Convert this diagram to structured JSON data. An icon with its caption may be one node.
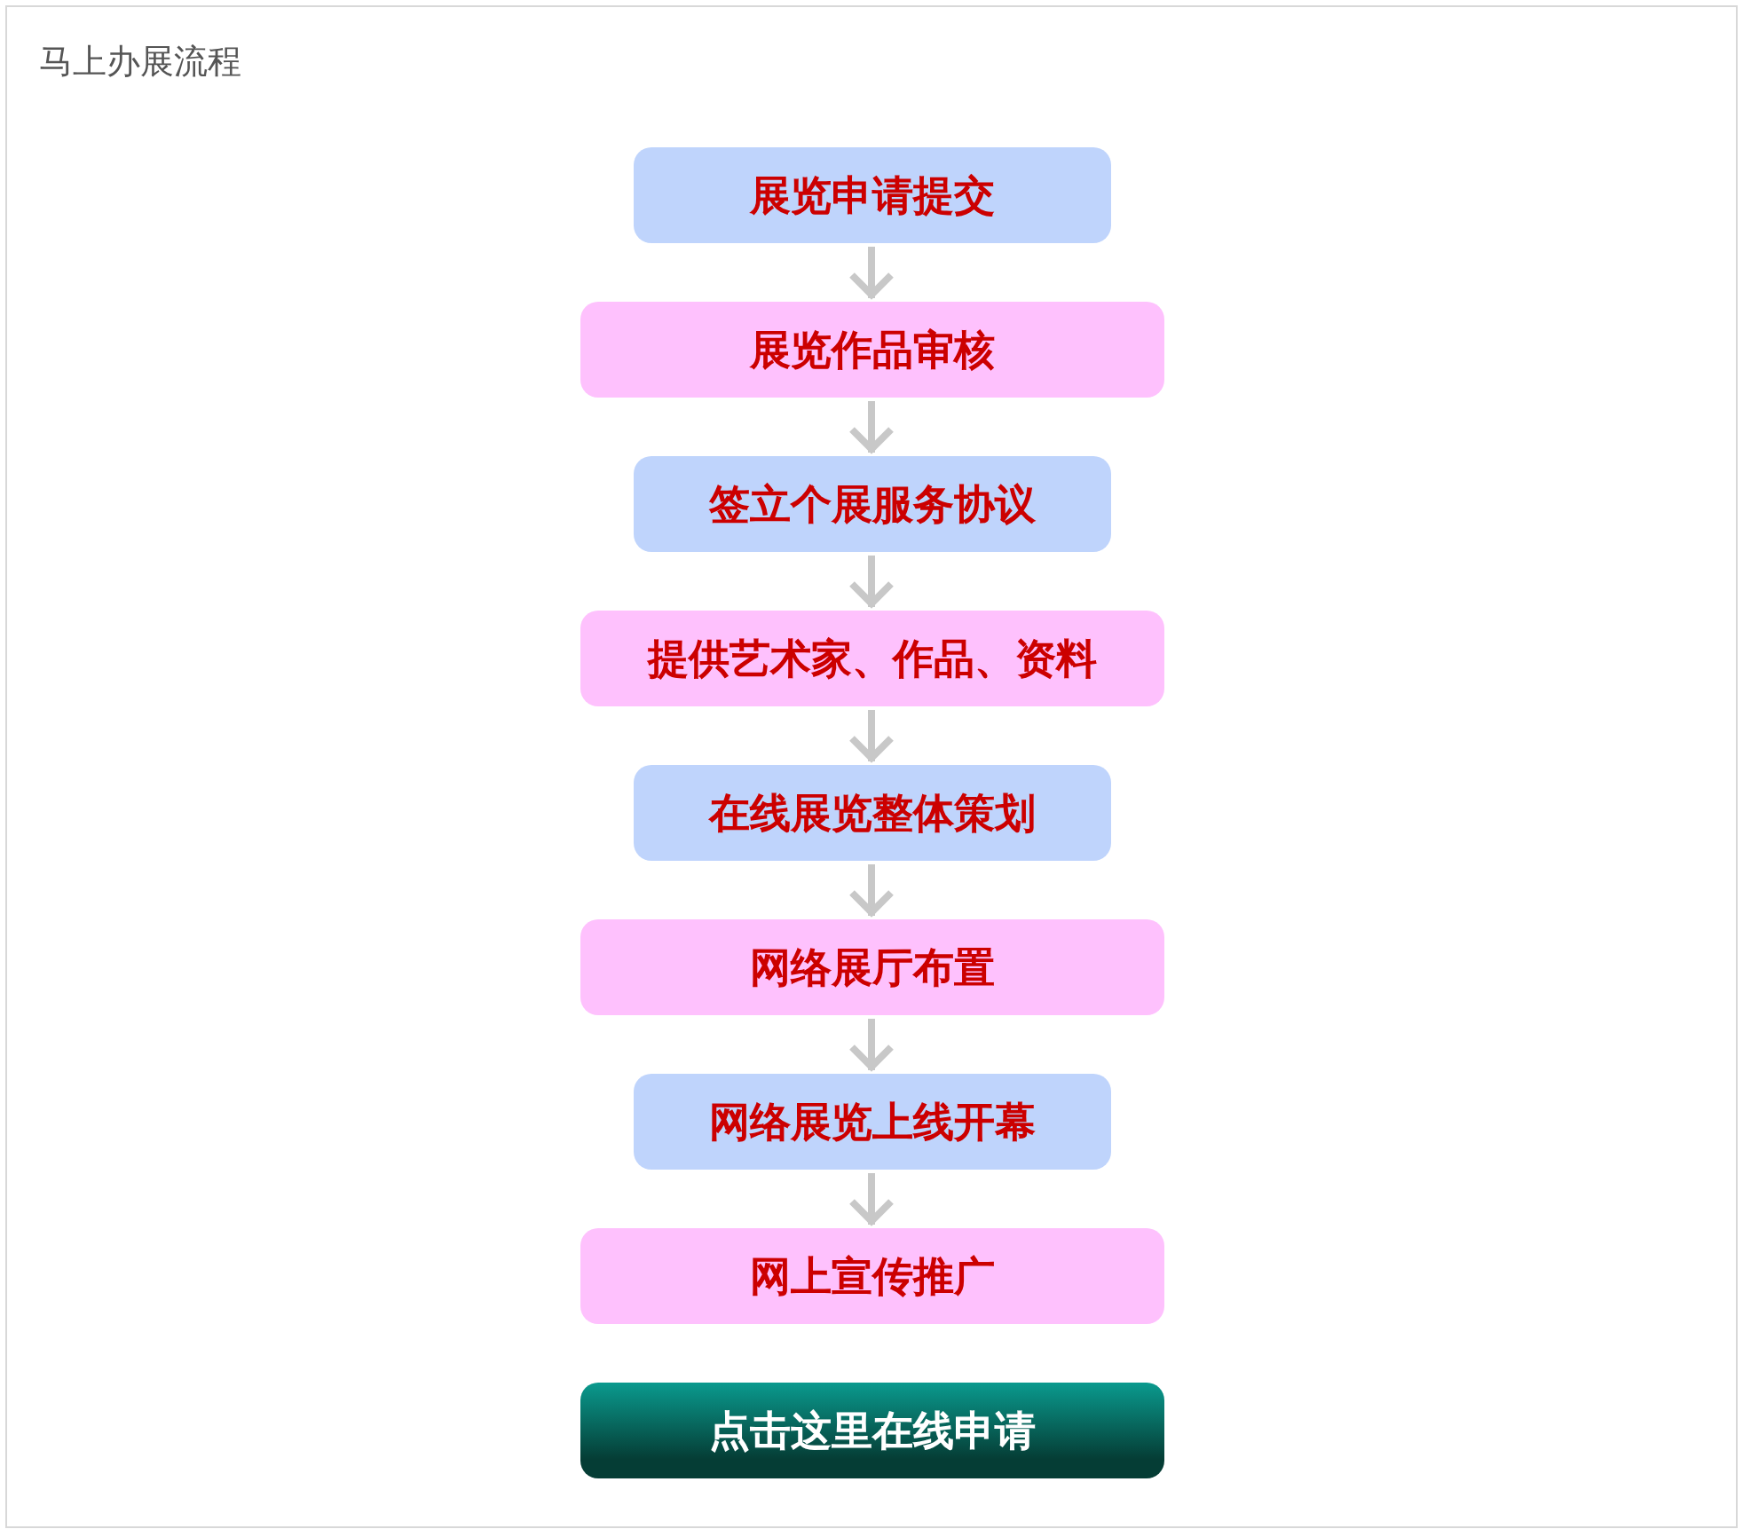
{
  "diagram": {
    "title": "马上办展流程",
    "nodes": [
      {
        "text": [
          "展览申请提交"
        ]
      },
      {
        "text": [
          "展览作品审核"
        ]
      },
      {
        "text": [
          "签立个展服务协议"
        ]
      },
      {
        "text": [
          "提供艺术家、作品、资料"
        ]
      },
      {
        "text": [
          "在线展览整体策划"
        ]
      },
      {
        "text": [
          "网络展厅布置"
        ]
      },
      {
        "text": [
          "网络展览上线开幕"
        ]
      },
      {
        "text": [
          "网上宣传推广"
        ]
      },
      {
        "text": [
          "点击这里在线申请"
        ]
      }
    ],
    "edges": [
      {
        "from": 0,
        "to": 1,
        "arrow": "to"
      },
      {
        "from": 1,
        "to": 2,
        "arrow": "to"
      },
      {
        "from": 2,
        "to": 3,
        "arrow": "to"
      },
      {
        "from": 3,
        "to": 4,
        "arrow": "to"
      },
      {
        "from": 4,
        "to": 5,
        "arrow": "to"
      },
      {
        "from": 5,
        "to": 6,
        "arrow": "to"
      },
      {
        "from": 6,
        "to": 7,
        "arrow": "to"
      }
    ]
  }
}
